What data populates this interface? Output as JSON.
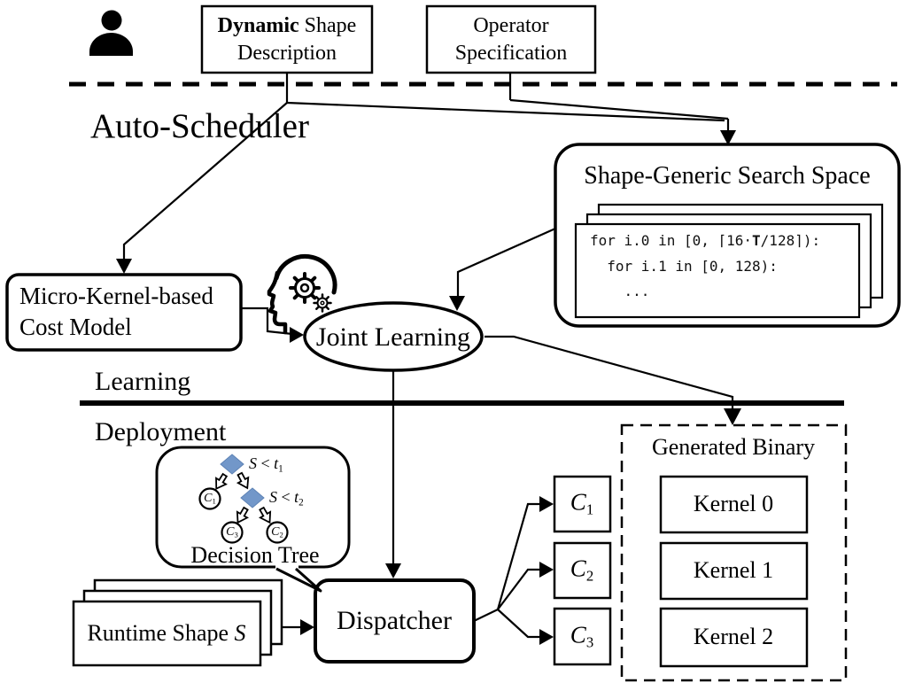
{
  "inputs": {
    "dynamic_shape": {
      "bold": "Dynamic",
      "rest": " Shape",
      "line2": "Description"
    },
    "operator_spec": {
      "line1": "Operator",
      "line2": "Specification"
    }
  },
  "sections": {
    "auto_scheduler": "Auto-Scheduler",
    "learning": "Learning",
    "deployment": "Deployment"
  },
  "search_space": {
    "title": "Shape-Generic Search Space",
    "code": {
      "l1_pre": "for i.0 in [0, ⌈16·",
      "l1_bold": "T",
      "l1_post": "/128⌉):",
      "l2": "  for i.1 in [0, 128):",
      "l3": "    ..."
    }
  },
  "cost_model": {
    "line1": "Micro-Kernel-based",
    "line2": "Cost Model"
  },
  "joint_learning": {
    "label": "Joint Learning"
  },
  "decision_tree": {
    "title": "Decision Tree",
    "cond1": {
      "var": "S",
      "op": " < ",
      "t": "t",
      "sub": "1"
    },
    "cond2": {
      "var": "S",
      "op": " < ",
      "t": "t",
      "sub": "2"
    },
    "leaf_left": {
      "c": "C",
      "sub": "1"
    },
    "leaf_mid": {
      "c": "C",
      "sub": "3"
    },
    "leaf_right": {
      "c": "C",
      "sub": "2"
    }
  },
  "runtime_shape": {
    "text": "Runtime Shape ",
    "var": "S"
  },
  "dispatcher": {
    "label": "Dispatcher"
  },
  "classifiers": [
    {
      "c": "C",
      "sub": "1"
    },
    {
      "c": "C",
      "sub": "2"
    },
    {
      "c": "C",
      "sub": "3"
    }
  ],
  "generated_binary": {
    "title": "Generated Binary",
    "kernels": [
      "Kernel 0",
      "Kernel 1",
      "Kernel 2"
    ]
  },
  "colors": {
    "diamond": "#7297c9",
    "line": "#000000",
    "background": "#ffffff"
  }
}
